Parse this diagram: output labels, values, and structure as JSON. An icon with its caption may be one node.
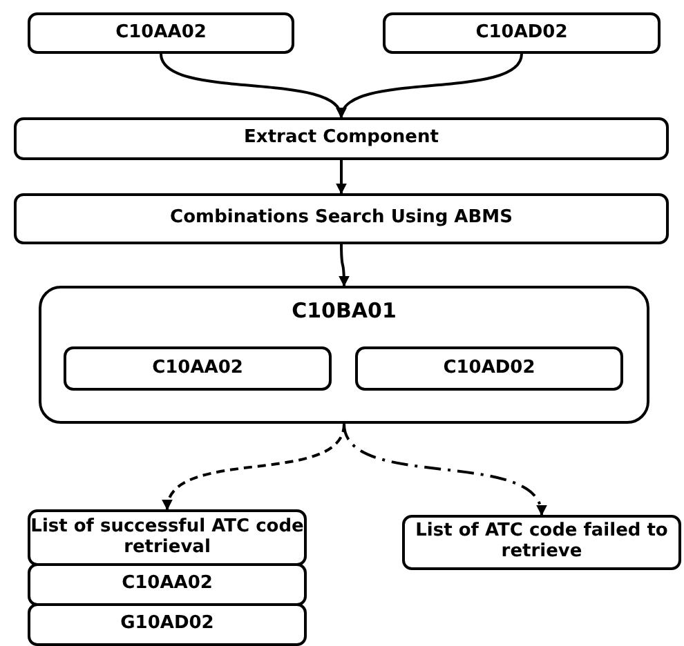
{
  "diagram": {
    "nodes": [
      {
        "text": [
          "C10AA02"
        ]
      },
      {
        "text": [
          "C10AD02"
        ]
      },
      {
        "text": [
          "Extract Component"
        ]
      },
      {
        "text": [
          "Combinations Search Using ABMS"
        ]
      },
      {
        "text": [
          "C10BA01"
        ]
      },
      {
        "text": [
          "C10AA02"
        ],
        "in": 4
      },
      {
        "text": [
          "C10AD02"
        ],
        "in": 4
      },
      {
        "text": [
          "List of successful ATC code retrieval"
        ]
      },
      {
        "text": [
          "C10AA02"
        ]
      },
      {
        "text": [
          "G10AD02"
        ]
      },
      {
        "text": [
          "List of ATC code failed to retrieve"
        ]
      }
    ],
    "edges": [
      {
        "from": 0,
        "to": 2,
        "arrow": "to"
      },
      {
        "from": 1,
        "to": 2,
        "arrow": "to"
      },
      {
        "from": 2,
        "to": 3,
        "arrow": "to"
      },
      {
        "from": 3,
        "to": 4,
        "arrow": "to"
      },
      {
        "from": 4,
        "to": 7,
        "arrow": "to",
        "style": "dashed"
      },
      {
        "from": 4,
        "to": 10,
        "arrow": "to",
        "style": "dashed"
      }
    ]
  }
}
